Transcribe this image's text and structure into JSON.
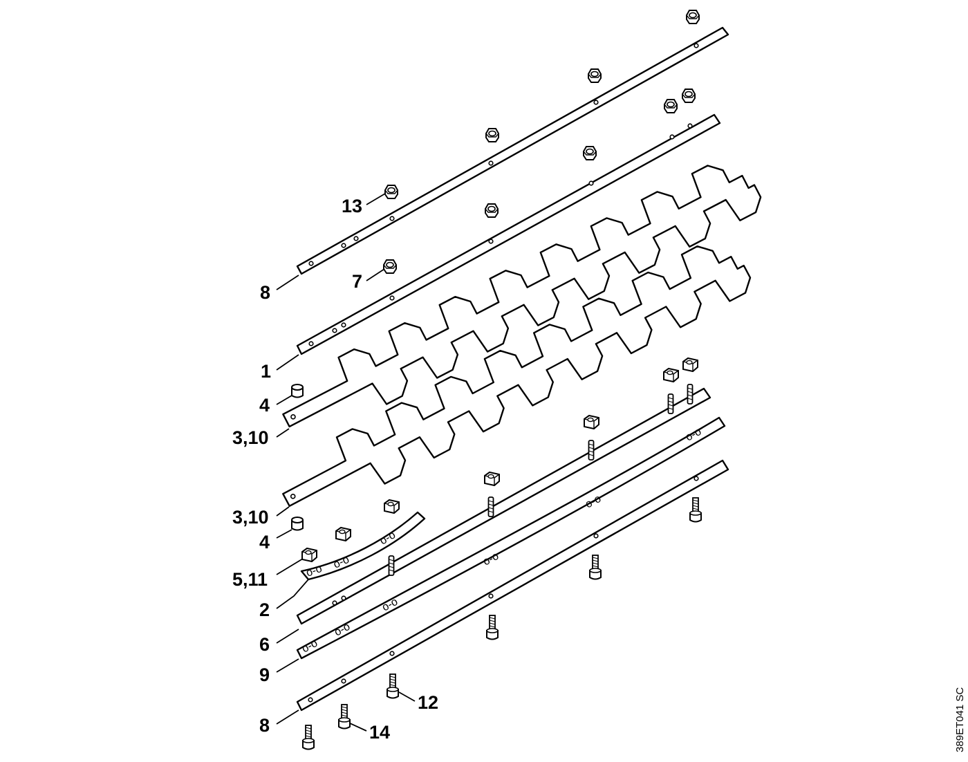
{
  "diagram": {
    "type": "exploded-parts-view",
    "part_labels": [
      {
        "text": "13"
      },
      {
        "text": "8"
      },
      {
        "text": "7"
      },
      {
        "text": "1"
      },
      {
        "text": "4"
      },
      {
        "text": "3,10"
      },
      {
        "text": "3,10"
      },
      {
        "text": "4"
      },
      {
        "text": "5,11"
      },
      {
        "text": "2"
      },
      {
        "text": "6"
      },
      {
        "text": "9"
      },
      {
        "text": "12"
      },
      {
        "text": "8"
      },
      {
        "text": "14"
      }
    ],
    "drawing_code": "389ET041 SC",
    "line_color": "#000000",
    "background_color": "#ffffff"
  }
}
